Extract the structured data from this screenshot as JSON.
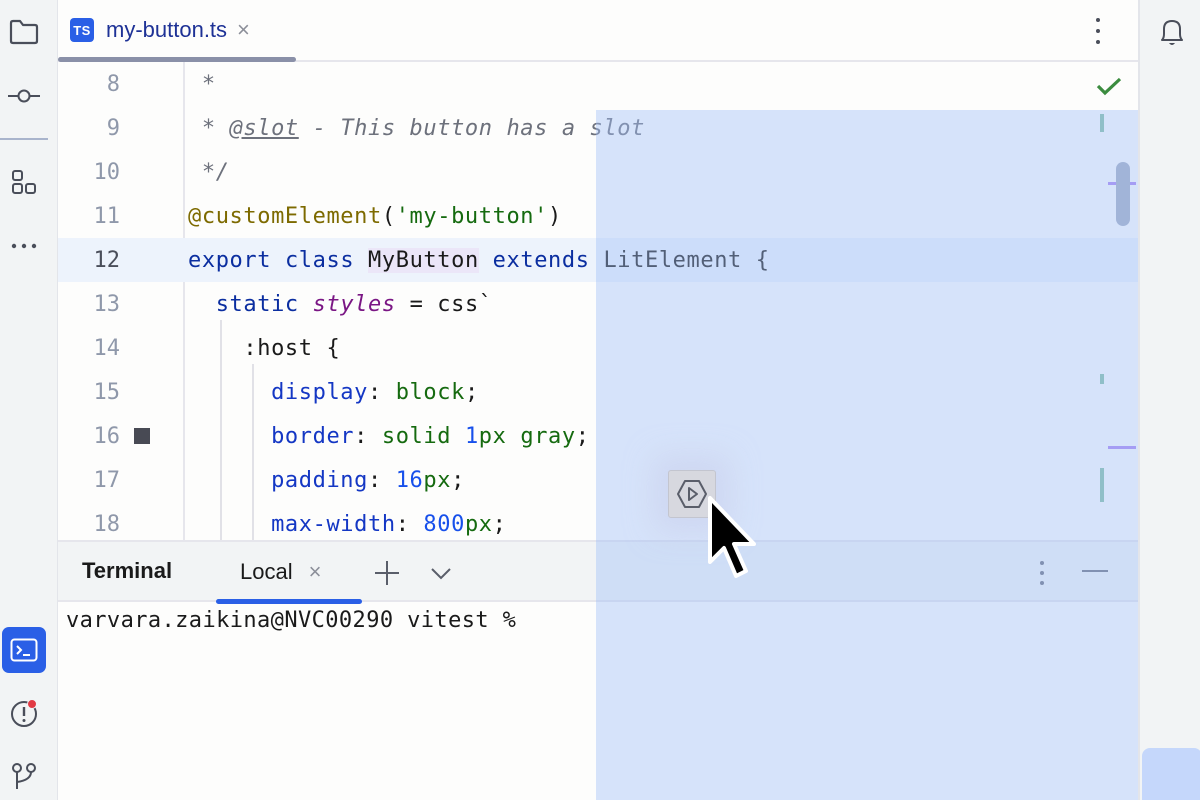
{
  "left_strip": {
    "items": [
      {
        "name": "project",
        "icon": "folder-icon"
      },
      {
        "name": "commit",
        "icon": "commit-icon"
      },
      {
        "name": "structure",
        "icon": "structure-icon"
      },
      {
        "name": "more",
        "icon": "more-horizontal-icon"
      }
    ],
    "bottom_items": [
      {
        "name": "terminal",
        "icon": "terminal-icon",
        "active": true
      },
      {
        "name": "problems",
        "icon": "problems-icon",
        "badge": true
      },
      {
        "name": "git",
        "icon": "git-branch-icon"
      }
    ]
  },
  "right_strip": {
    "items": [
      {
        "name": "notifications",
        "icon": "bell-icon"
      }
    ]
  },
  "editor": {
    "tab": {
      "file_type_badge": "TS",
      "label": "my-button.ts",
      "close_glyph": "×"
    },
    "inspection_status": "check-icon",
    "lines": [
      {
        "number": "8"
      },
      {
        "number": "9"
      },
      {
        "number": "10"
      },
      {
        "number": "11"
      },
      {
        "number": "12",
        "current": true
      },
      {
        "number": "13"
      },
      {
        "number": "14"
      },
      {
        "number": "15"
      },
      {
        "number": "16",
        "color_swatch": "#808080"
      },
      {
        "number": "17"
      },
      {
        "number": "18"
      }
    ],
    "code": {
      "l8": {
        "comment": " *"
      },
      "l9": {
        "star": " * ",
        "tag": "@slot",
        "rest": " - This button has a slot"
      },
      "l10": {
        "comment": " */"
      },
      "l11": {
        "annotation": "@customElement",
        "open": "(",
        "string": "'my-button'",
        "close": ")"
      },
      "l12": {
        "kw1": "export",
        "kw2": "class",
        "name": "MyButton",
        "kw3": "extends",
        "base": "LitElement",
        "brace": "{"
      },
      "l13": {
        "kw": "static",
        "field": "styles",
        "eq": " = ",
        "tag": "css`"
      },
      "l14": {
        "selector": ":host",
        "brace": " {"
      },
      "l15": {
        "prop": "display",
        "colon": ": ",
        "value": "block",
        "semi": ";"
      },
      "l16": {
        "prop": "border",
        "colon": ": ",
        "v1": "solid ",
        "num": "1",
        "unit": "px",
        "v2": " gray",
        "semi": ";"
      },
      "l17": {
        "prop": "padding",
        "colon": ": ",
        "num": "16",
        "unit": "px",
        "semi": ";"
      },
      "l18": {
        "prop": "max-width",
        "colon": ": ",
        "num": "800",
        "unit": "px",
        "semi": ";"
      }
    }
  },
  "terminal": {
    "title": "Terminal",
    "tab": {
      "label": "Local",
      "close_glyph": "×"
    },
    "actions": [
      "add-tab",
      "tab-dropdown",
      "options",
      "minimize"
    ],
    "prompt": "varvara.zaikina@NVC00290 vitest %"
  },
  "floating_action": {
    "icon": "run-icon"
  },
  "colors": {
    "accent": "#2a5fe6",
    "selection_overlay": "#a0bef8",
    "keyword": "#0b2ea0",
    "string": "#156a0f",
    "annotation": "#7d6a00",
    "number": "#1750eb",
    "field": "#7a1684",
    "comment": "#6d717c",
    "error_badge": "#e23a44"
  }
}
